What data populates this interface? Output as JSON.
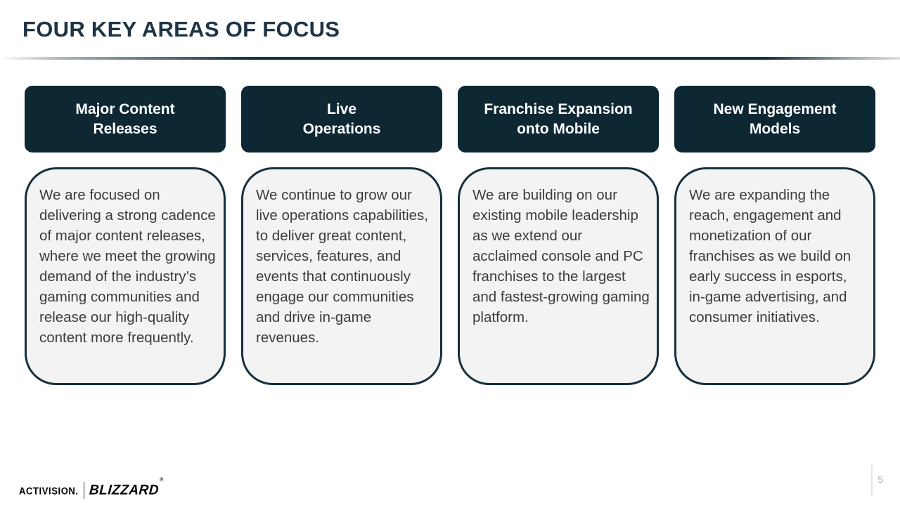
{
  "slide": {
    "title": "FOUR KEY AREAS OF FOCUS",
    "columns": [
      {
        "header_lines": [
          "Major Content",
          "Releases"
        ],
        "body": "We are focused on delivering a strong cadence of major content releases, where we meet the growing demand of the industry’s gaming communities and release our high-quality content more frequently."
      },
      {
        "header_lines": [
          "Live",
          "Operations"
        ],
        "body": "We continue to grow our live operations capabilities, to deliver great content, services, features, and events that continuously engage our communities and drive in-game revenues."
      },
      {
        "header_lines": [
          "Franchise Expansion",
          "onto Mobile"
        ],
        "body": "We are building on our existing mobile leadership as we extend our acclaimed console and PC franchises to the largest and fastest-growing gaming platform."
      },
      {
        "header_lines": [
          "New Engagement",
          "Models"
        ],
        "body": "We are expanding the reach, engagement and monetization of our franchises as we build on early success in esports, in-game advertising, and consumer initiatives."
      }
    ],
    "footer": {
      "logo_activision": "ACTIVISION.",
      "logo_blizzard": "BLIZZARD",
      "logo_registered": "®",
      "page_number": "5"
    }
  },
  "colors": {
    "header_box_bg": "#0e2833",
    "body_box_border": "#16303e",
    "body_box_bg": "#f3f3f3",
    "title_color": "#1e3444",
    "divider_color": "#17313f",
    "body_text": "#3c3c3c",
    "page_number_color": "#b2b2b2"
  }
}
